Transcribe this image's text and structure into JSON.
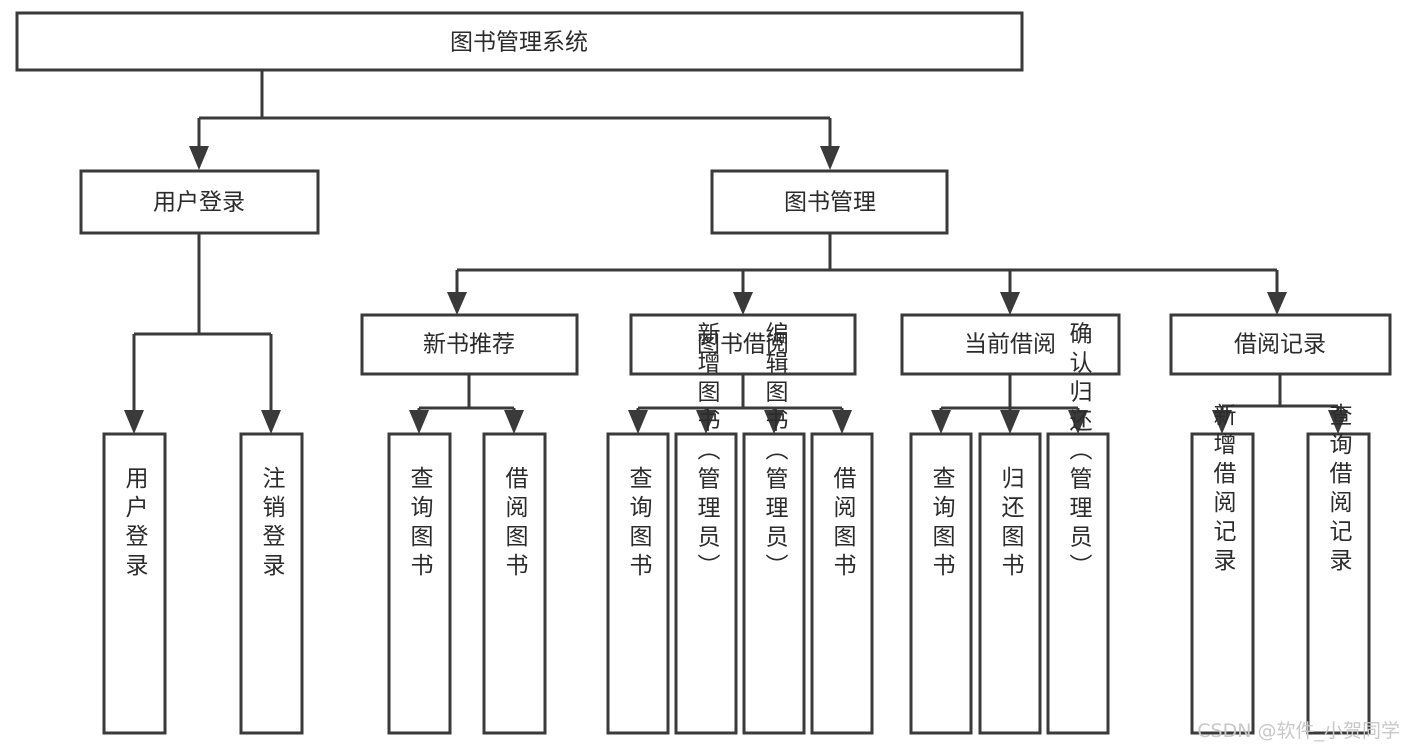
{
  "diagram": {
    "type": "tree-hierarchy-chart",
    "title": "图书管理系统",
    "orientation": "top-down",
    "colors": {
      "stroke": "#3a3a3a",
      "fill": "#ffffff",
      "text": "#2b2b2b",
      "background": "#ffffff",
      "watermark": "#c8c8c8"
    },
    "root": {
      "label": "图书管理系统"
    },
    "level2": [
      {
        "label": "用户登录"
      },
      {
        "label": "图书管理"
      }
    ],
    "level3": [
      {
        "label": "新书推荐"
      },
      {
        "label": "图书借阅"
      },
      {
        "label": "当前借阅"
      },
      {
        "label": "借阅记录"
      }
    ],
    "leaves_user_login": [
      {
        "label": "用户登录"
      },
      {
        "label": "注销登录"
      }
    ],
    "leaves_new_book": [
      {
        "label": "查询图书"
      },
      {
        "label": "借阅图书"
      }
    ],
    "leaves_borrow": [
      {
        "label": "查询图书"
      },
      {
        "label": "新增图书（管理员）"
      },
      {
        "label": "编辑图书（管理员）"
      },
      {
        "label": "借阅图书"
      }
    ],
    "leaves_current": [
      {
        "label": "查询图书"
      },
      {
        "label": "归还图书"
      },
      {
        "label": "确认归还（管理员）"
      }
    ],
    "leaves_record": [
      {
        "label": "新增借阅记录"
      },
      {
        "label": "查询借阅记录"
      }
    ]
  },
  "watermark": {
    "text": "CSDN @软件_小贺同学"
  }
}
